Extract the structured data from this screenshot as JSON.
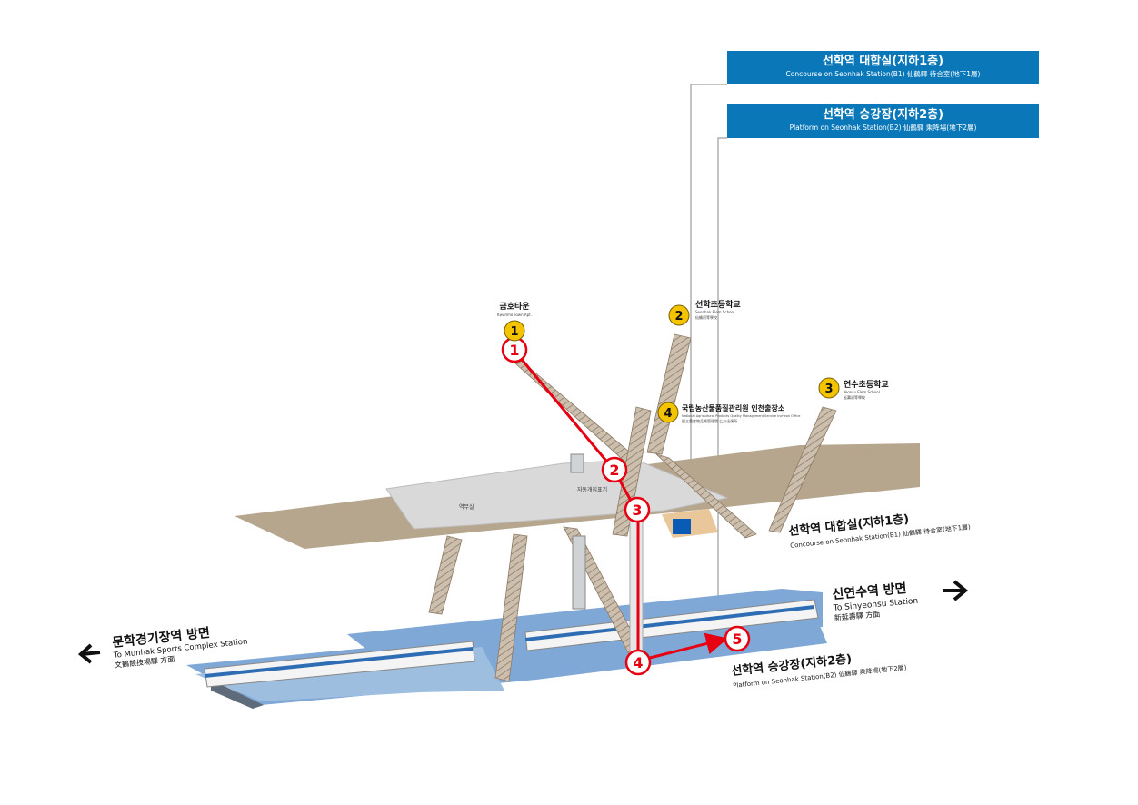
{
  "banners": {
    "concourse": {
      "title": "선학역 대합실(지하1층)",
      "subtitle": "Concourse on Seonhak Station(B1) 仙鶴驛 待合室(地下1層)"
    },
    "platform": {
      "title": "선학역 승강장(지하2층)",
      "subtitle": "Platform on Seonhak Station(B2) 仙鶴驛 乘降場(地下2層)"
    }
  },
  "exits": [
    {
      "number": "1",
      "name": "금호타운",
      "sub1": "Kwumho Town Apt.",
      "sub2": ""
    },
    {
      "number": "2",
      "name": "선학초등학교",
      "sub1": "Seonhak Elem.School",
      "sub2": "仙鶴初等學校"
    },
    {
      "number": "3",
      "name": "연수초등학교",
      "sub1": "Yeonsu Elem.School",
      "sub2": "延壽初等學校"
    },
    {
      "number": "4",
      "name": "국립농산물품질관리원 인천출장소",
      "sub1": "National Agricultural Products Quality Management Service Incheon Office",
      "sub2": "國立農産物品質管理院 仁川出張所"
    }
  ],
  "route_steps": [
    "1",
    "2",
    "3",
    "4",
    "5"
  ],
  "concourse_label": {
    "ko": "선학역 대합실(지하1층)",
    "en": "Concourse on Seonhak Station(B1) 仙鶴驛 待合室(地下1層)"
  },
  "platform_label": {
    "ko": "선학역 승강장(지하2층)",
    "en": "Platform on Seonhak Station(B2) 仙鶴驛 乘降場(地下2層)"
  },
  "direction_left": {
    "ko": "문학경기장역 방면",
    "en": "To Munhak Sports Complex Station",
    "hanja": "文鶴競技場驛 方面"
  },
  "direction_right": {
    "ko": "신연수역 방면",
    "en": "To Sinyeonsu Station",
    "hanja": "新延壽驛 方面"
  },
  "concourse_small": {
    "ticket_gate": "자동개집표기",
    "office": "역무실"
  },
  "colors": {
    "banner": "#0a78b8",
    "route": "#e60012",
    "exit_badge": "#f5c400",
    "platform": "#7fa8d6",
    "concourse": "#d9d9d9",
    "ground": "#b7a68e"
  }
}
